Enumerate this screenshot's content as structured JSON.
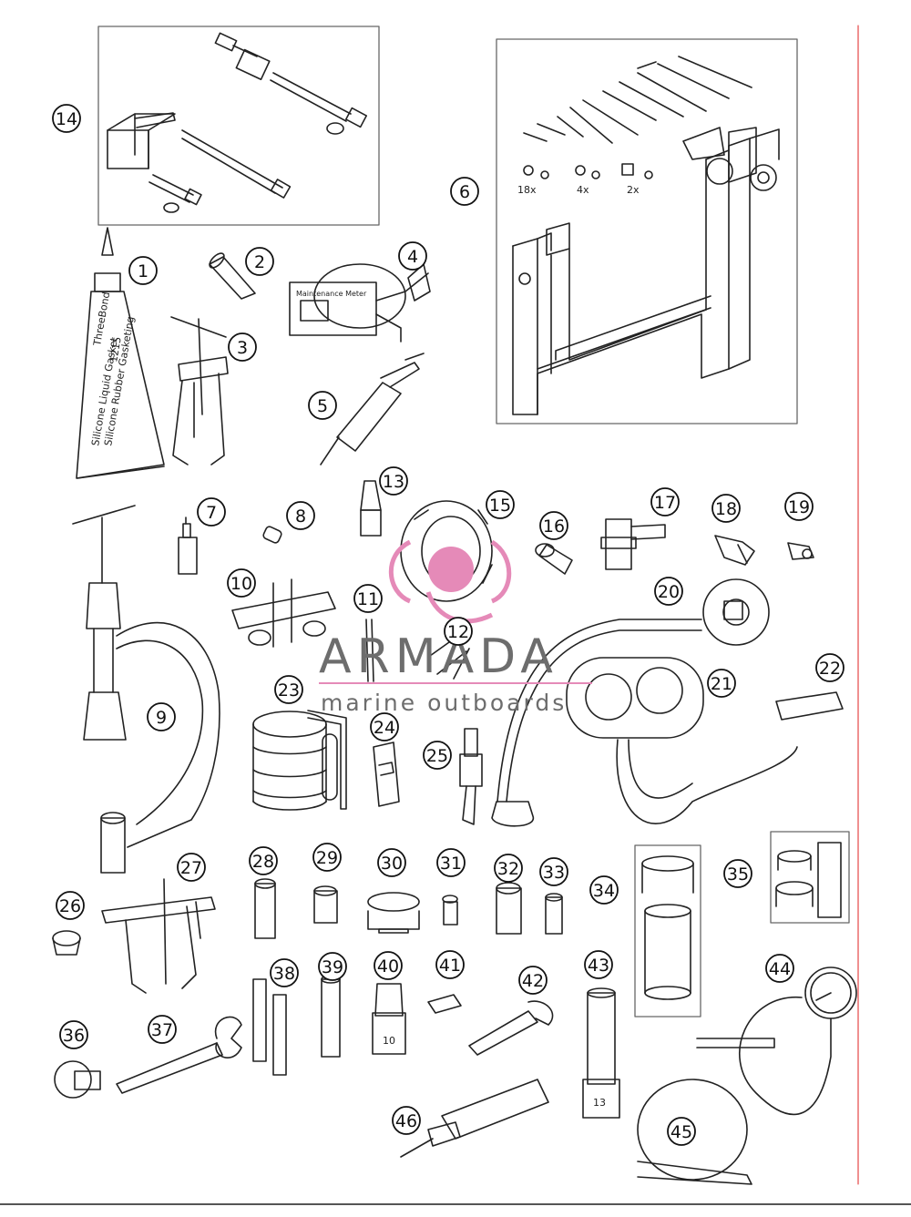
{
  "watermark": {
    "title": "ARMADA",
    "subtitle": "marine outboards",
    "accent_color": "#e58ab8"
  },
  "callouts": [
    "1",
    "2",
    "3",
    "4",
    "5",
    "6",
    "7",
    "8",
    "9",
    "10",
    "11",
    "12",
    "13",
    "14",
    "15",
    "16",
    "17",
    "18",
    "19",
    "20",
    "21",
    "22",
    "23",
    "24",
    "25",
    "26",
    "27",
    "28",
    "29",
    "30",
    "31",
    "32",
    "33",
    "34",
    "35",
    "36",
    "37",
    "38",
    "39",
    "40",
    "41",
    "42",
    "43",
    "44",
    "45",
    "46"
  ],
  "labels": {
    "tube_brand": "ThreeBond",
    "tube_number": "1215",
    "tube_desc_1": "Silicone Liquid Gasket",
    "tube_desc_2": "Silicone Rubber Gasketing",
    "meter_title": "Maintenance Meter",
    "qty_bolts": "18x",
    "qty_nuts": "4x",
    "qty_plates": "2x",
    "socket_10": "10",
    "socket_13": "13"
  },
  "colors": {
    "line": "#222222",
    "frame": "#666666",
    "accent_red": "#e02020"
  }
}
